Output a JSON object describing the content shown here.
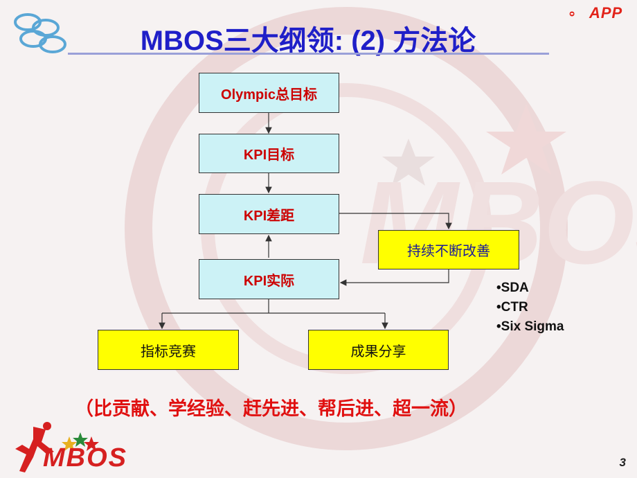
{
  "header": {
    "title": "MBOS三大纲领: (2) 方法论",
    "brand": "APP"
  },
  "boxes": {
    "olympic": "Olympic总目标",
    "kpi_target": "KPI目标",
    "kpi_gap": "KPI差距",
    "kpi_actual": "KPI实际",
    "improve": "持续不断改善",
    "compete": "指标竞赛",
    "share": "成果分享"
  },
  "bullets": [
    "SDA",
    "CTR",
    "Six Sigma"
  ],
  "slogan": "（比贡献、学经验、赶先进、帮后进、超一流）",
  "footer": {
    "logo_text": "MBOS",
    "page_number": "3"
  },
  "colors": {
    "title": "#1f1fc8",
    "cyan_box": "#ccf2f6",
    "yellow_box": "#ffff00",
    "slogan": "#e01010",
    "brand_red": "#e2231a"
  }
}
